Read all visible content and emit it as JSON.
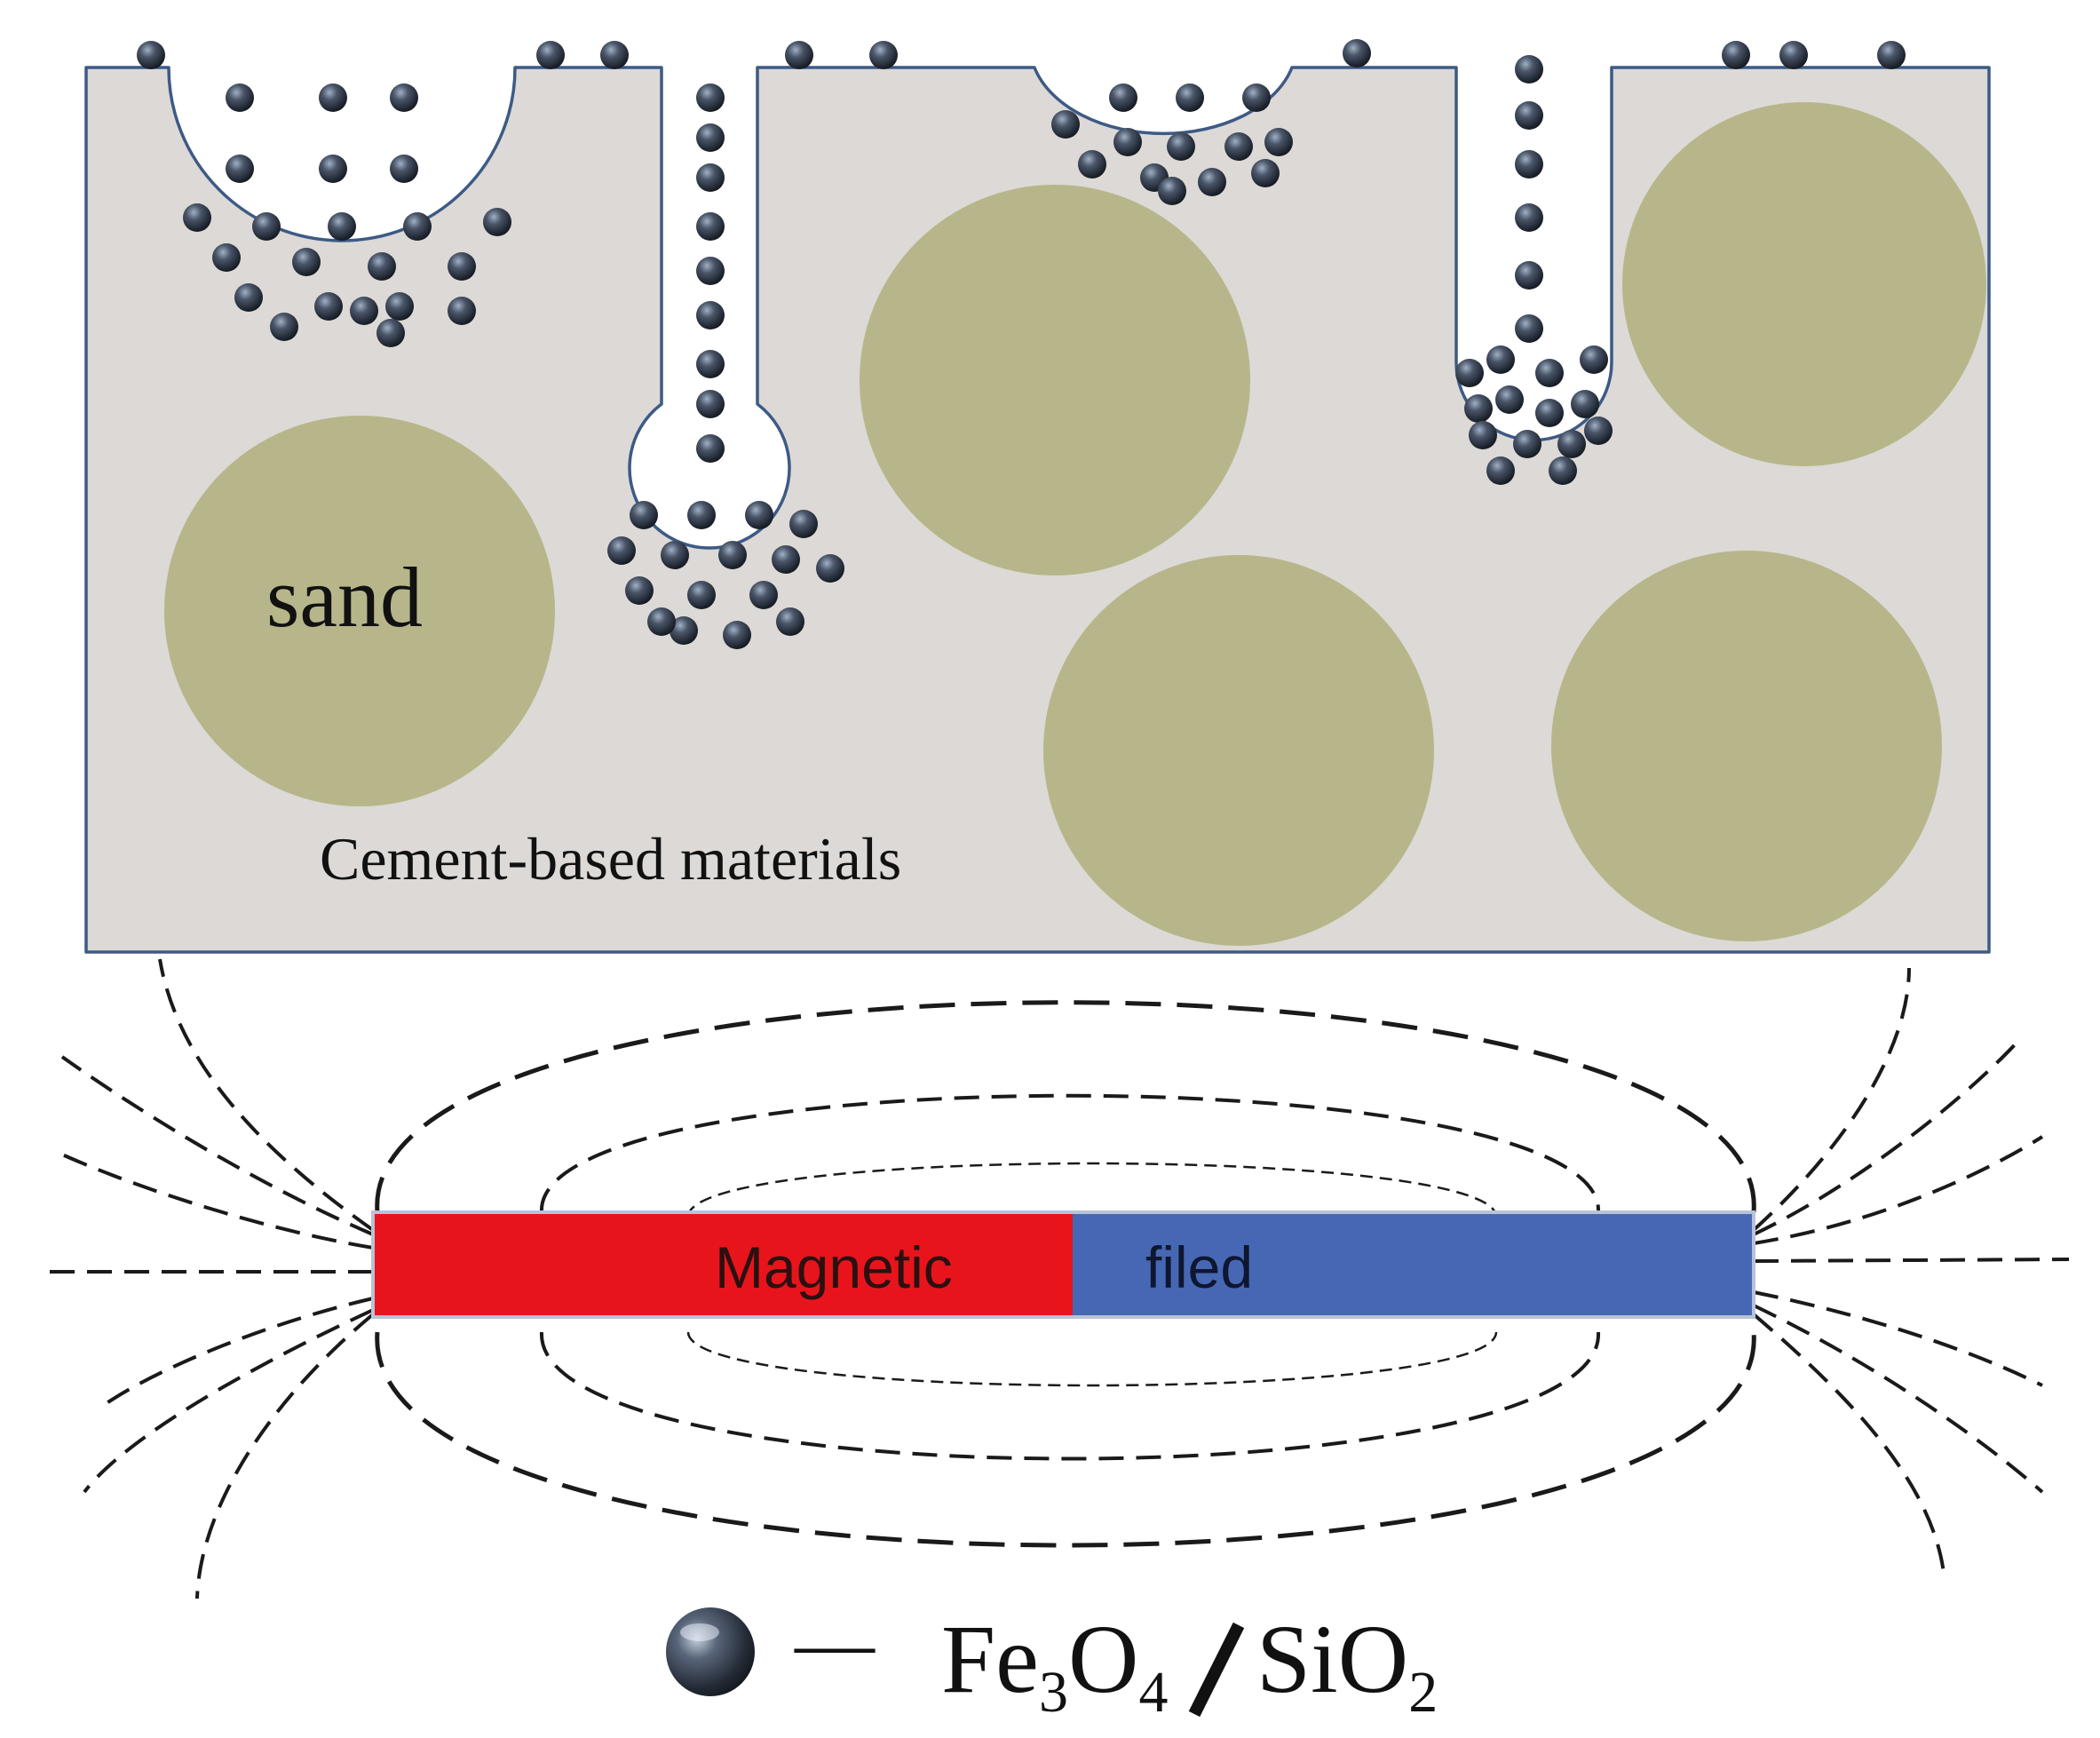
{
  "labels": {
    "sand": "sand",
    "matrix": "Cement-based materials",
    "magnet_left": "Magnetic",
    "magnet_right": "filed"
  },
  "legend": {
    "dash": "—",
    "formula_parts": {
      "fe": "Fe",
      "fe_sub": "3",
      "o": "O",
      "o_sub": "4",
      "slash": "/",
      "si": "SiO",
      "si_sub": "2"
    }
  },
  "colors": {
    "matrix_fill": "#dcd9d6",
    "matrix_border": "#3d5a85",
    "sand_fill": "#b7b68a",
    "pore_fill": "#ffffff",
    "magnet_north": "#e8141c",
    "magnet_south": "#4668b4",
    "field_lines": "#1a1a1a",
    "particle": "#2b3443"
  },
  "icons": {
    "particle": "fe3o4-sio2-nanoparticle-icon"
  }
}
